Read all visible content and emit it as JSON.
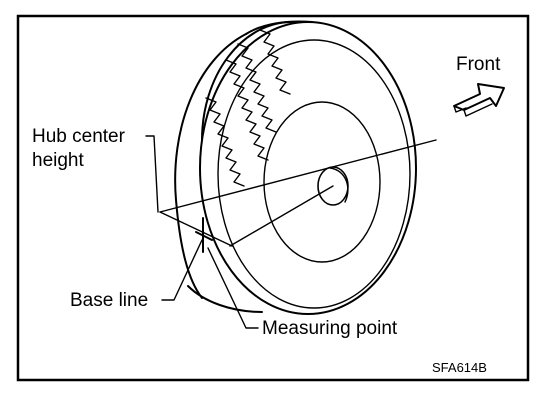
{
  "labels": {
    "front": "Front",
    "hub_center_line1": "Hub center",
    "hub_center_line2": "height",
    "base_line": "Base line",
    "measuring_point": "Measuring point",
    "figure_code": "SFA614B"
  },
  "icons": {
    "direction": "front-arrow-icon"
  },
  "colors": {
    "ink": "#000000",
    "paper": "#ffffff"
  }
}
